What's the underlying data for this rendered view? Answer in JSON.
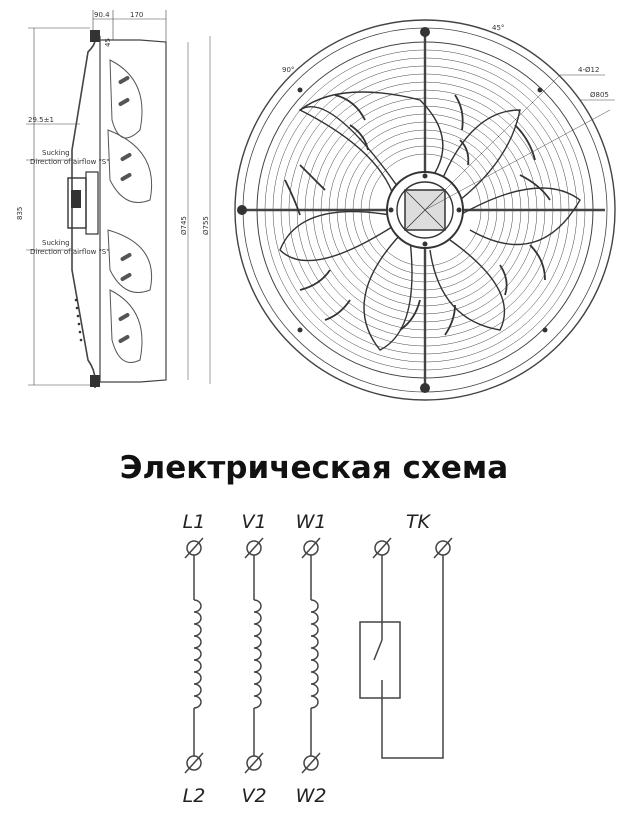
{
  "side_view": {
    "dim_top_a": "90.4",
    "dim_top_b": "170",
    "dim_top_c": "45",
    "dim_left": "29.5±1",
    "dim_height": "835",
    "dim_dia_a": "Ø745",
    "dim_dia_b": "Ø755",
    "label_sucking_1": "Sucking",
    "label_airflow_1": "Direction of airflow \"S\"",
    "label_sucking_2": "Sucking",
    "label_airflow_2": "Direction of airflow \"S\""
  },
  "front_view": {
    "angle_a": "90°",
    "angle_b": "45°",
    "holes": "4-Ø12",
    "pcd": "Ø805"
  },
  "schema": {
    "title": "Электрическая схема",
    "terminals_top": [
      "L1",
      "V1",
      "W1",
      "TK"
    ],
    "terminals_bottom": [
      "L2",
      "V2",
      "W2"
    ]
  },
  "colors": {
    "line": "#444444",
    "text": "#111111"
  }
}
